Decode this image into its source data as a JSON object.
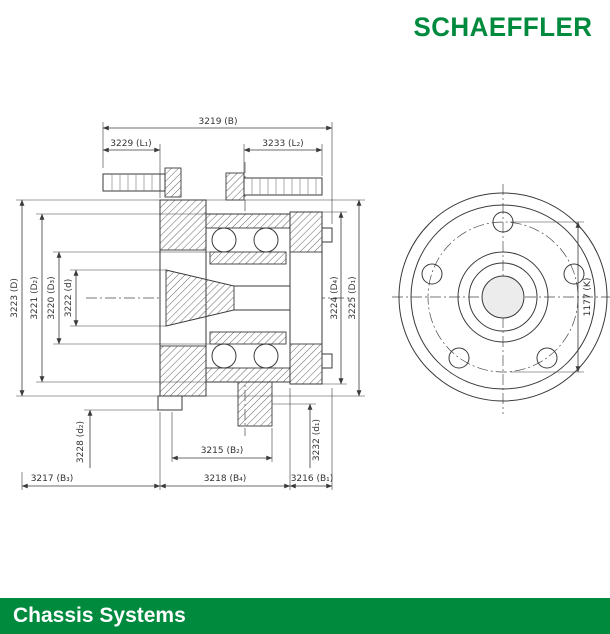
{
  "header": {
    "logo_text": "SCHAEFFLER"
  },
  "footer": {
    "title": "Chassis Systems"
  },
  "colors": {
    "brand_green": "#008A3E",
    "line_gray": "#3a3a3a"
  },
  "drawing": {
    "dims": {
      "b": "3219 (B)",
      "l1": "3229 (L₁)",
      "l2": "3233 (L₂)",
      "D": "3223 (D)",
      "D2": "3221 (D₂)",
      "D3": "3220 (D₃)",
      "d": "3222 (d)",
      "D4": "3224 (D₄)",
      "D1": "3225 (D₁)",
      "d2": "3228 (d₂)",
      "B2": "3215 (B₂)",
      "d1": "3232 (d₁)",
      "B3": "3217 (B₃)",
      "B4": "3218 (B₄)",
      "B1": "3216 (B₁)",
      "K": "1177 (K)"
    }
  }
}
